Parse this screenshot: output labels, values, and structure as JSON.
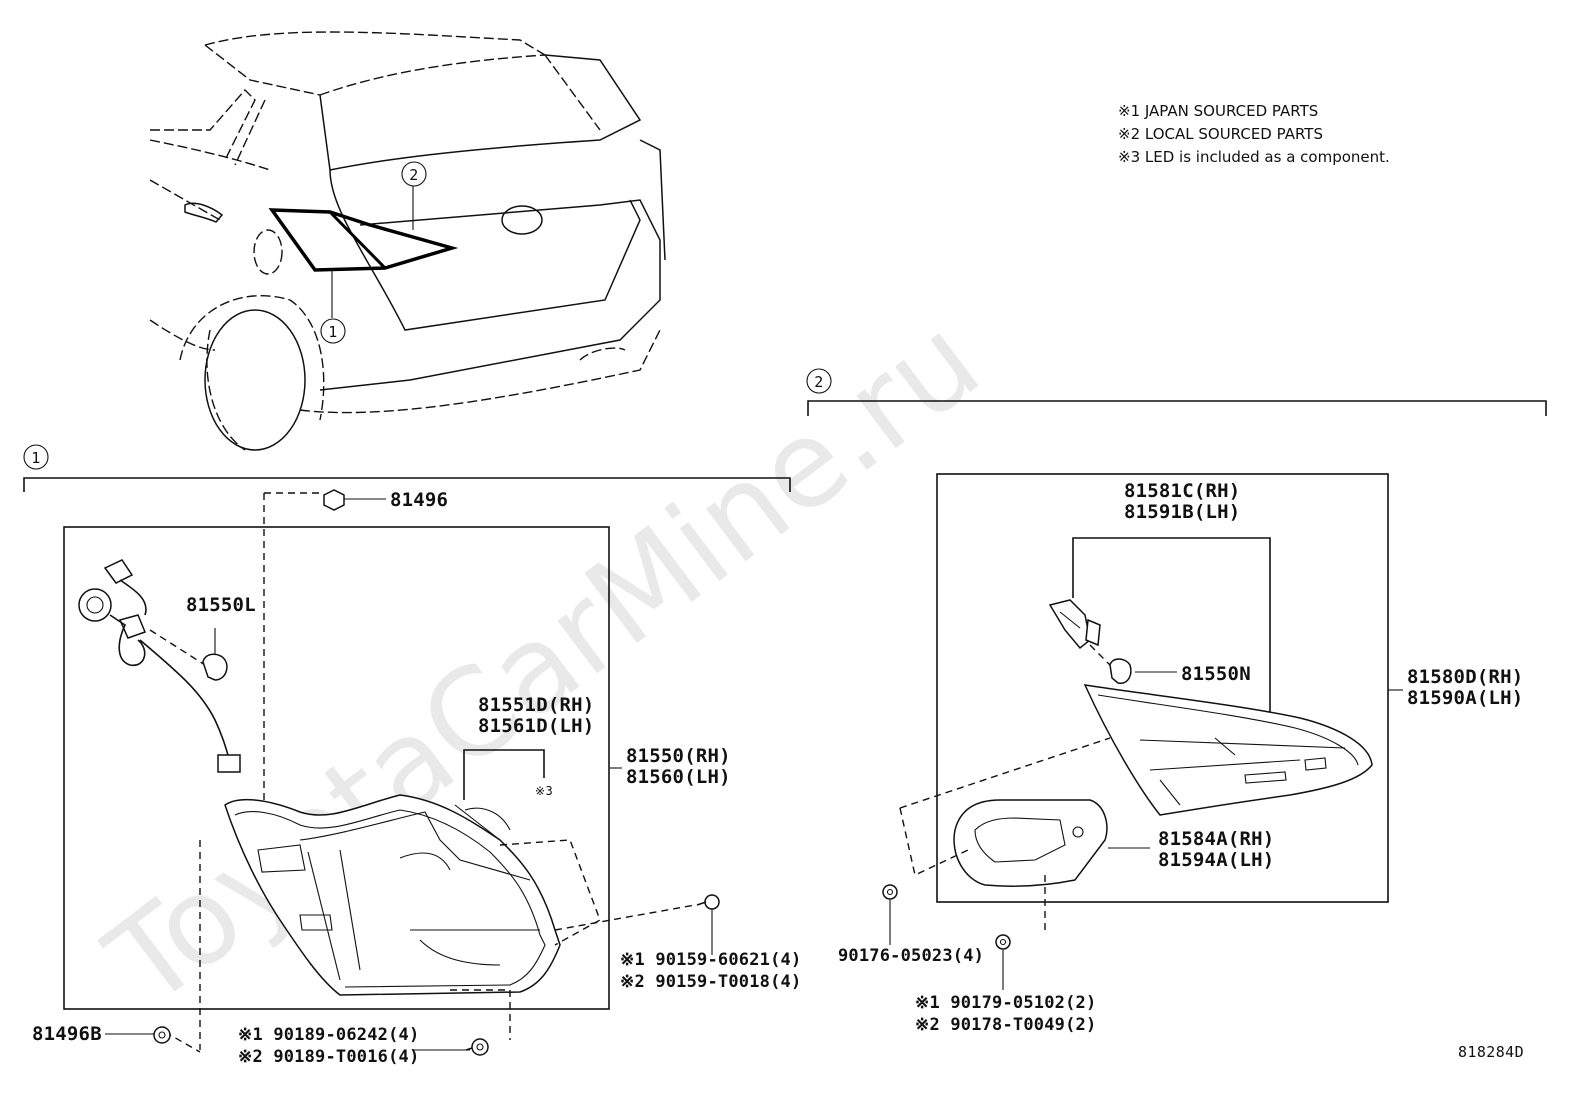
{
  "watermark": "ToyotaCarMine.ru",
  "notes": [
    "※1 JAPAN SOURCED PARTS",
    "※2 LOCAL SOURCED PARTS",
    "※3 LED is included as a component."
  ],
  "callouts": {
    "c1": "1",
    "c2": "2"
  },
  "parts_left": {
    "p81496": "81496",
    "p81550L": "81550L",
    "p81551D": "81551D(RH)",
    "p81561D": "81561D(LH)",
    "note3": "※3",
    "p81550": "81550(RH)",
    "p81560": "81560(LH)",
    "p90159_1": "※1 90159-60621(4)",
    "p90159_2": "※2 90159-T0018(4)",
    "p81496B": "81496B",
    "p90189_1": "※1 90189-06242(4)",
    "p90189_2": "※2 90189-T0016(4)"
  },
  "parts_right": {
    "p81581C": "81581C(RH)",
    "p81591B": "81591B(LH)",
    "p81550N": "81550N",
    "p81580D": "81580D(RH)",
    "p81590A": "81590A(LH)",
    "p81584A": "81584A(RH)",
    "p81594A": "81594A(LH)",
    "p90176": "90176-05023(4)",
    "p90179_1": "※1 90179-05102(2)",
    "p90178_2": "※2 90178-T0049(2)"
  },
  "diagram_id": "818284D"
}
